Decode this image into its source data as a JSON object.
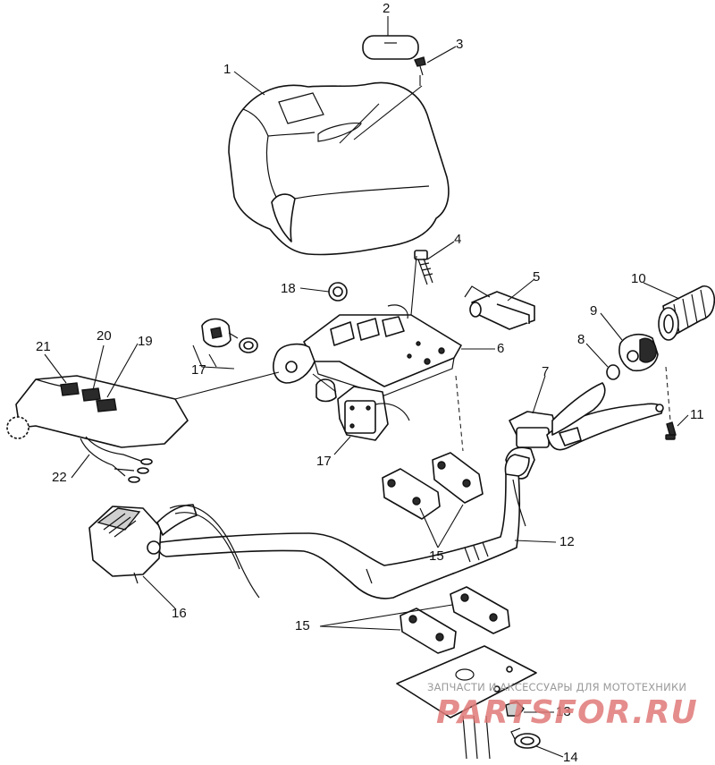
{
  "callouts": {
    "c1": "1",
    "c2": "2",
    "c3": "3",
    "c4": "4",
    "c5": "5",
    "c6": "6",
    "c7": "7",
    "c8": "8",
    "c9": "9",
    "c10": "10",
    "c11": "11",
    "c12": "12",
    "c13": "13",
    "c14": "14",
    "c15a": "15",
    "c15b": "15",
    "c16": "16",
    "c17a": "17",
    "c17b": "17",
    "c18": "18",
    "c19": "19",
    "c20": "20",
    "c21": "21",
    "c22": "22"
  },
  "watermark": {
    "tagline": "ЗАПЧАСТИ И АКСЕССУАРЫ ДЛЯ МОТОТЕХНИКИ",
    "brand": "PARTSFOR.RU",
    "color": "#e07a78"
  }
}
